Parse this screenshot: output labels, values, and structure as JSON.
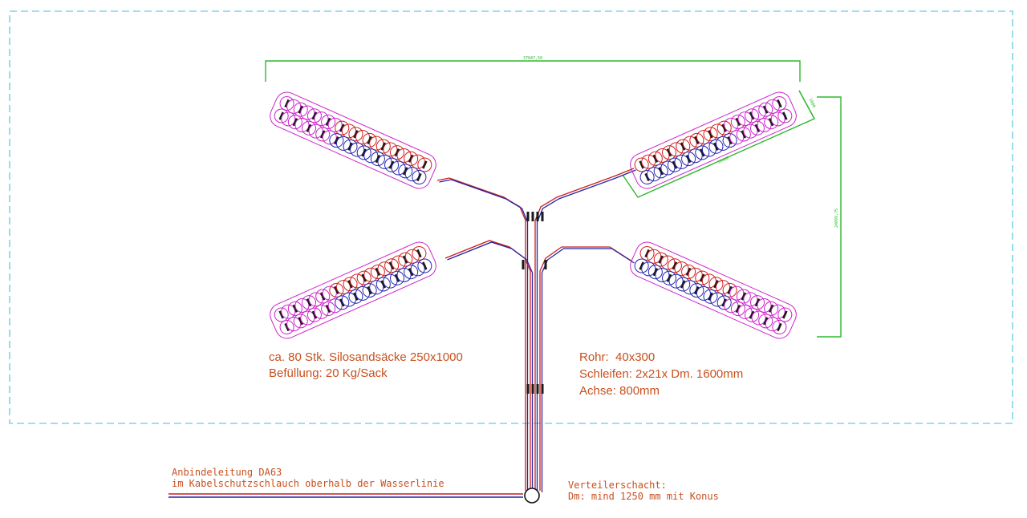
{
  "colors": {
    "frame": "#7fd3ea",
    "pipe_red": "#c81e1e",
    "pipe_blue": "#2424a8",
    "loop_magenta": "#cc22cc",
    "loop_red": "#d01e1e",
    "loop_blue": "#2626b0",
    "dimension": "#2fb82f",
    "text": "#c8501e",
    "clamp": "#1a1a1a"
  },
  "dimensions": {
    "top_width": "37047,50",
    "right_height": "24099,75",
    "field_length": "16400",
    "field_width": "1600"
  },
  "notes_left": {
    "line1": "ca. 80 Stk. Silosandsäcke 250x1000",
    "line2": "Befüllung: 20 Kg/Sack"
  },
  "notes_right": {
    "line1": "Rohr:  40x300",
    "line2": "Schleifen: 2x21x Dm. 1600mm",
    "line3": "Achse: 800mm"
  },
  "connection_note": {
    "line1": "Anbindeleitung DA63",
    "line2": "im Kabelschutzschlauch oberhalb der Wasserlinie"
  },
  "manhole_note": {
    "line1": "Verteilerschacht:",
    "line2": "Dm: mind 1250 mm mit Konus"
  }
}
